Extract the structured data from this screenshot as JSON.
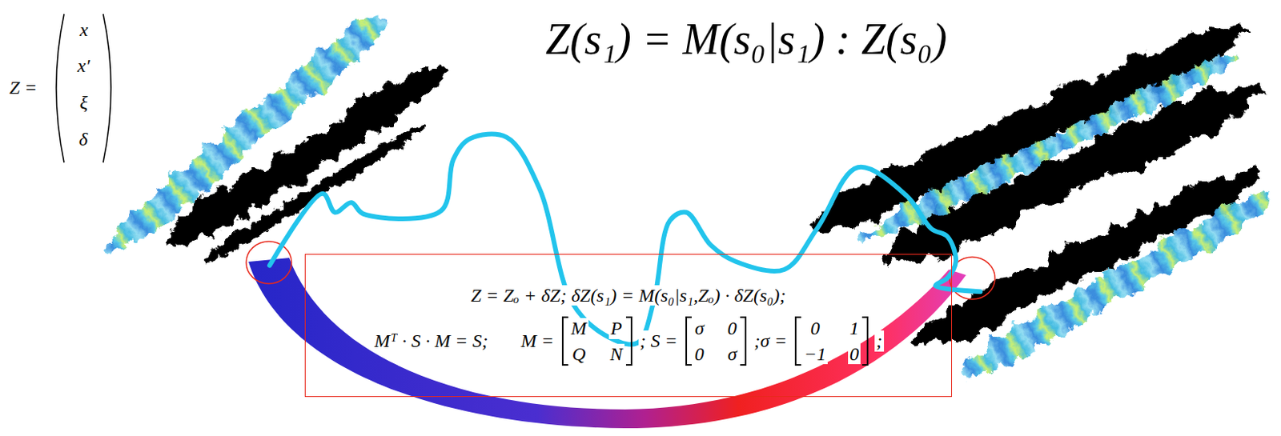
{
  "diagram": {
    "title": "Z(s₁) = M(s₀|s₁) : Z(s₀)",
    "nodes": [
      {
        "text": [
          "Z = Zₒ + δZ;   δZ(s₁) = M(s₀|s₁,Zₒ) · δZ(s₀);",
          "Mᵀ · S · M = S;",
          "M =",
          "M",
          "P",
          "Q",
          "N",
          "; S =",
          "σ",
          "0",
          "0",
          "σ",
          ";σ =",
          "0",
          "1",
          "−1",
          "0",
          ";"
        ]
      }
    ],
    "labels": [
      "Z =",
      "x",
      "x′",
      "ξ",
      "δ"
    ]
  }
}
